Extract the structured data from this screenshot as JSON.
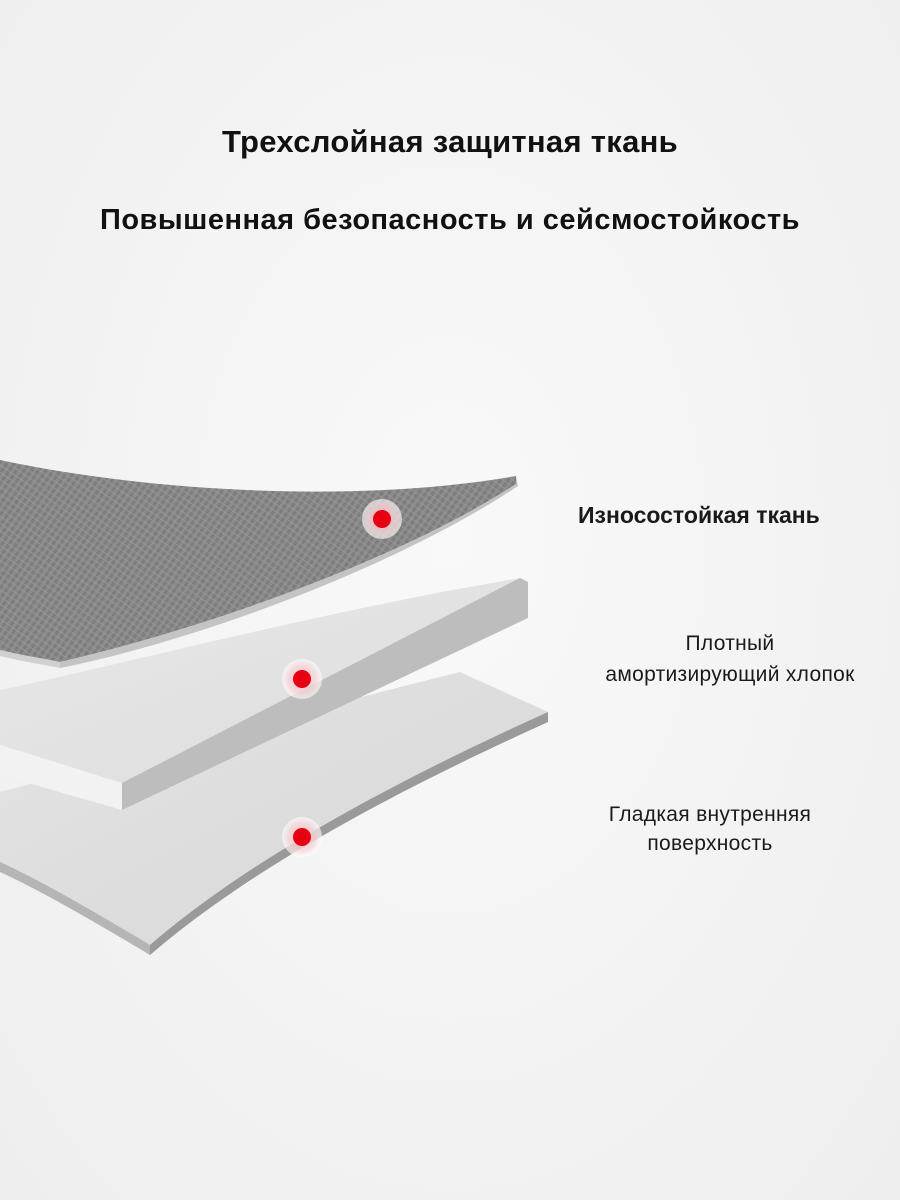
{
  "header": {
    "title": "Трехслойная защитная ткань",
    "subtitle": "Повышенная безопасность и сейсмостойкость"
  },
  "layers": [
    {
      "id": "outer",
      "label_lines": [
        "Износостойкая ткань"
      ]
    },
    {
      "id": "middle",
      "label_lines": [
        "Плотный",
        "амортизирующий хлопок"
      ]
    },
    {
      "id": "inner",
      "label_lines": [
        "Гладкая внутренняя",
        "поверхность"
      ]
    }
  ],
  "colors": {
    "marker": "#e60012",
    "marker_halo": "#f6cfd2",
    "fabric": "#8a8a8a",
    "foam": "#e2e2e2",
    "lining": "#d9d9d9"
  },
  "icons": {
    "marker": "red-dot-marker-icon"
  }
}
